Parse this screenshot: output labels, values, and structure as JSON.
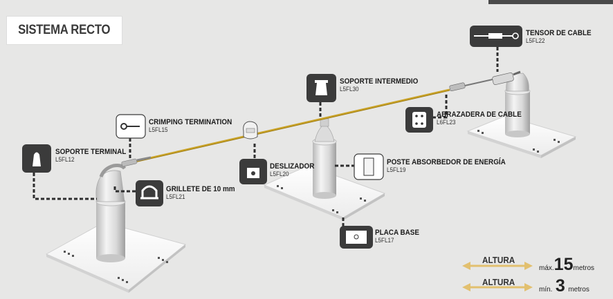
{
  "title": "SISTEMA RECTO",
  "components": {
    "soporte_terminal": {
      "name": "SOPORTE TERMINAL",
      "code": "L5FL12"
    },
    "crimping_termination": {
      "name": "CRIMPING TERMINATION",
      "code": "L5FL15"
    },
    "grillete": {
      "name": "GRILLETE DE 10 mm",
      "code": "L5FL21"
    },
    "deslizador": {
      "name": "DESLIZADOR",
      "code": "L5FL20"
    },
    "soporte_intermedio": {
      "name": "SOPORTE INTERMEDIO",
      "code": "L5FL30"
    },
    "poste_absorbedor": {
      "name": "POSTE ABSORBEDOR DE ENERGÍA",
      "code": "L5FL19"
    },
    "placa_base": {
      "name": "PLACA BASE",
      "code": "L5FL17"
    },
    "abrazadera": {
      "name": "ABRAZADERA DE CABLE",
      "code": "L6FL23"
    },
    "tensor": {
      "name": "TENSOR DE CABLE",
      "code": "L5FL22"
    }
  },
  "heights": {
    "max": {
      "label": "ALTURA",
      "prefix": "máx.",
      "value": "15",
      "unit": "metros"
    },
    "min": {
      "label": "ALTURA",
      "prefix": "mín.",
      "value": "3",
      "unit": "metros"
    }
  },
  "colors": {
    "cable": "#c9a227",
    "arrow": "#e2c06f",
    "icon_bg": "#3b3b3b",
    "leader": "#2e2e2e"
  }
}
